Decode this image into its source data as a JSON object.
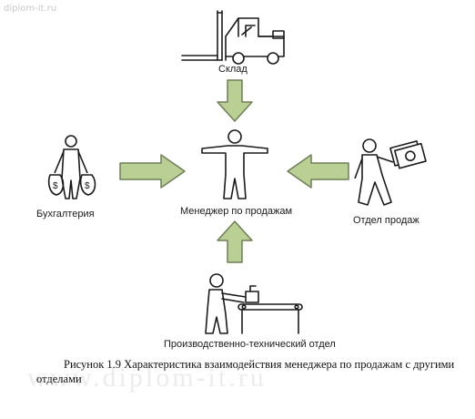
{
  "watermark_top": "diplom-it.ru",
  "watermark_center": "www.diplom-it.ru",
  "nodes": {
    "warehouse": "Склад",
    "accounting": "Бухгалтерия",
    "manager": "Менеджер по продажам",
    "sales_dept": "Отдел продаж",
    "production": "Производственно-технический отдел"
  },
  "caption": "Рисунок 1.9 Характеристика взаимодействия менеджера по продажам с другими отделами",
  "colors": {
    "arrow_fill": "#b9cf93",
    "arrow_stroke": "#6f7e56",
    "figure_stroke": "#1a1a1a"
  },
  "icons": [
    "forklift-icon",
    "person-money-bags-icon",
    "person-arms-out-icon",
    "person-holding-money-icon",
    "worker-conveyor-icon"
  ]
}
